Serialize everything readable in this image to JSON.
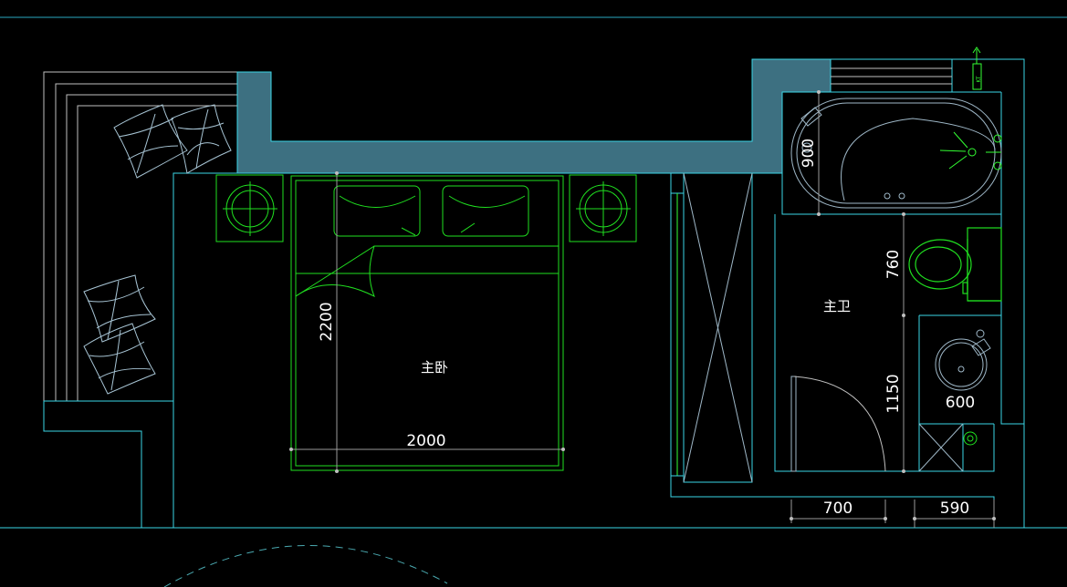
{
  "rooms": {
    "master_bedroom": "主卧",
    "master_bath": "主卫"
  },
  "dimensions": {
    "bed_length": "2200",
    "bed_width": "2000",
    "bathtub": "900",
    "toilet": "760",
    "bath_depth": "1150",
    "basin": "600",
    "door_width": "700",
    "shower_width": "590"
  },
  "riser_label": "KT",
  "colors": {
    "background": "#000000",
    "walls": "#3ad6e6",
    "wall_fill": "#3d7081",
    "furniture": "#20e020",
    "fixture": "#9fb8c8",
    "dimension_line": "#9a9a9a",
    "text": "#ffffff"
  }
}
